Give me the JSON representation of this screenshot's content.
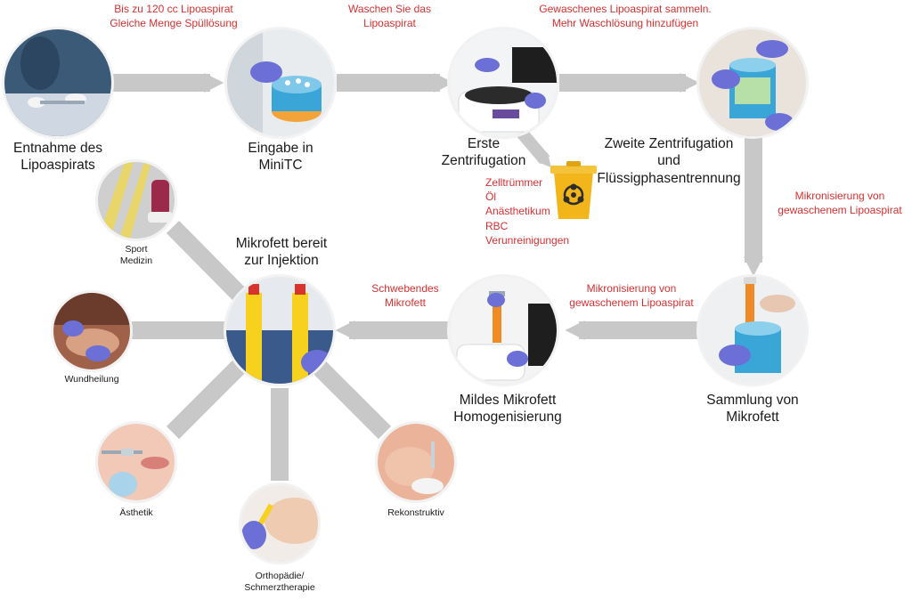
{
  "main_flow": {
    "entnahme": [
      "Entnahme des",
      "Lipoaspirats"
    ],
    "eingabe": [
      "Eingabe in",
      "MiniTC"
    ],
    "erste": [
      "Erste",
      "Zentrifugation"
    ],
    "zweite": [
      "Zweite Zentrifugation",
      "und",
      "Flüssigphasentrennung"
    ],
    "sammlung": [
      "Sammlung von",
      "Mikrofett"
    ],
    "mildes": [
      "Mildes Mikrofett",
      "Homogenisierung"
    ],
    "bereit": [
      "Mikrofett bereit",
      "zur Injektion"
    ]
  },
  "annotations": {
    "spuel": [
      "Bis zu 120 cc Lipoaspirat",
      "Gleiche Menge Spüllösung"
    ],
    "waschen": [
      "Waschen Sie das",
      "Lipoaspirat"
    ],
    "sammeln": [
      "Gewaschenes Lipoaspirat sammeln.",
      "Mehr Waschlösung hinzufügen"
    ],
    "waste": [
      "Zelltrümmer",
      "Öl",
      "Anästhetikum",
      "RBC",
      "Verunreinigungen"
    ],
    "mikro_right": [
      "Mikronisierung von",
      "gewaschenem Lipoaspirat"
    ],
    "mikro_mid": [
      "Mikronisierung von",
      "gewaschenem Lipoaspirat"
    ],
    "schwebend": [
      "Schwebendes",
      "Mikrofett"
    ]
  },
  "applications": {
    "sport": [
      "Sport",
      "Medizin"
    ],
    "wund": "Wundheilung",
    "aesthetik": "Ästhetik",
    "ortho": [
      "Orthopädie/",
      "Schmerztherapie"
    ],
    "rekon": "Rekonstruktiv"
  },
  "colors": {
    "annotation": "#d63031",
    "connector": "#c8c8c8",
    "glove": "#6b6fd6",
    "waste_bin": "#f2b61b"
  }
}
